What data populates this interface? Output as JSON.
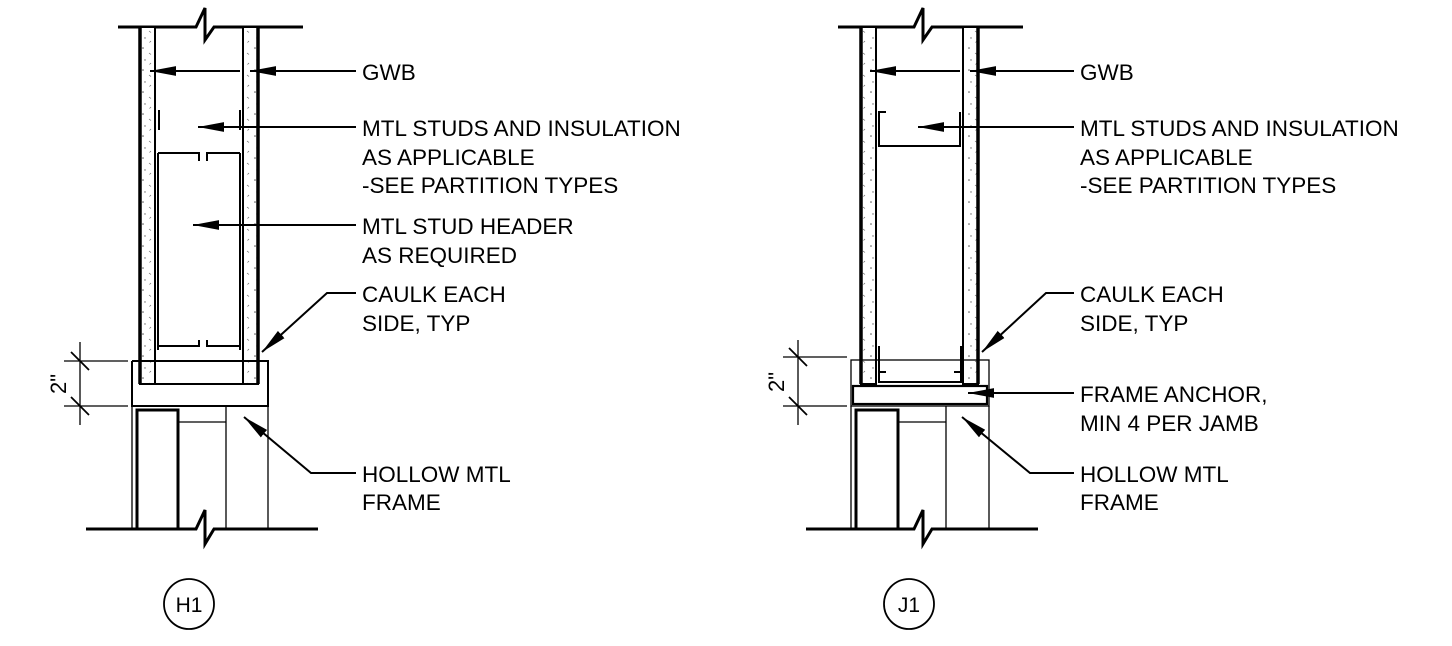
{
  "details": [
    {
      "tag": "H1",
      "notes": [
        {
          "lines": [
            "GWB"
          ]
        },
        {
          "lines": [
            "MTL STUDS AND INSULATION",
            "AS APPLICABLE",
            "-SEE PARTITION TYPES"
          ]
        },
        {
          "lines": [
            "MTL STUD HEADER",
            "AS REQUIRED"
          ]
        },
        {
          "lines": [
            "CAULK EACH",
            "SIDE, TYP"
          ]
        },
        {
          "lines": [
            "HOLLOW MTL",
            "FRAME"
          ]
        }
      ],
      "dimension": "2\""
    },
    {
      "tag": "J1",
      "notes": [
        {
          "lines": [
            "GWB"
          ]
        },
        {
          "lines": [
            "MTL STUDS AND INSULATION",
            "AS APPLICABLE",
            "-SEE PARTITION TYPES"
          ]
        },
        {
          "lines": [
            "CAULK EACH",
            "SIDE, TYP"
          ]
        },
        {
          "lines": [
            "FRAME ANCHOR,",
            "MIN 4 PER JAMB"
          ]
        },
        {
          "lines": [
            "HOLLOW MTL",
            "FRAME"
          ]
        }
      ],
      "dimension": "2\""
    }
  ]
}
